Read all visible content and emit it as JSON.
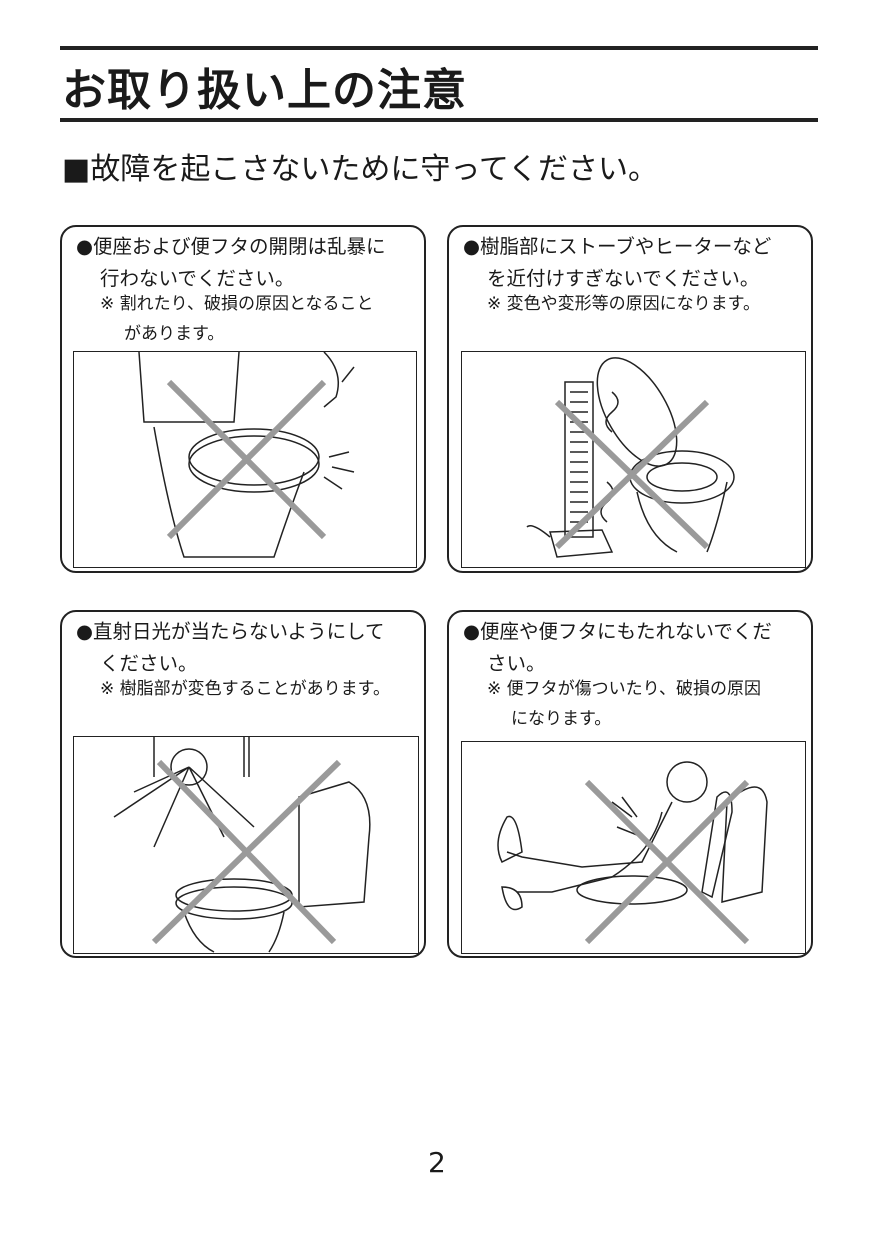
{
  "header": {
    "title": "お取り扱い上の注意",
    "subtitle": "■故障を起こさないために守ってください。"
  },
  "panels": [
    {
      "line1": "●便座および便フタの開閉は乱暴に",
      "line2": "行わないでください。",
      "note1": "※ 割れたり、破損の原因となること",
      "note2": "があります。",
      "illustration": "toilet-seat-slammed-crossed"
    },
    {
      "line1": "●樹脂部にストーブやヒーターなど",
      "line2": "を近付けすぎないでください。",
      "note1": "※ 変色や変形等の原因になります。",
      "illustration": "heater-near-toilet-crossed"
    },
    {
      "line1": "●直射日光が当たらないようにして",
      "line2": "ください。",
      "note1": "※ 樹脂部が変色することがあります。",
      "illustration": "sunlight-on-toilet-crossed"
    },
    {
      "line1": "●便座や便フタにもたれないでくだ",
      "line2": "さい。",
      "note1": "※ 便フタが傷ついたり、破損の原因",
      "note2": "になります。",
      "illustration": "person-leaning-on-lid-crossed"
    }
  ],
  "page_number": "2"
}
